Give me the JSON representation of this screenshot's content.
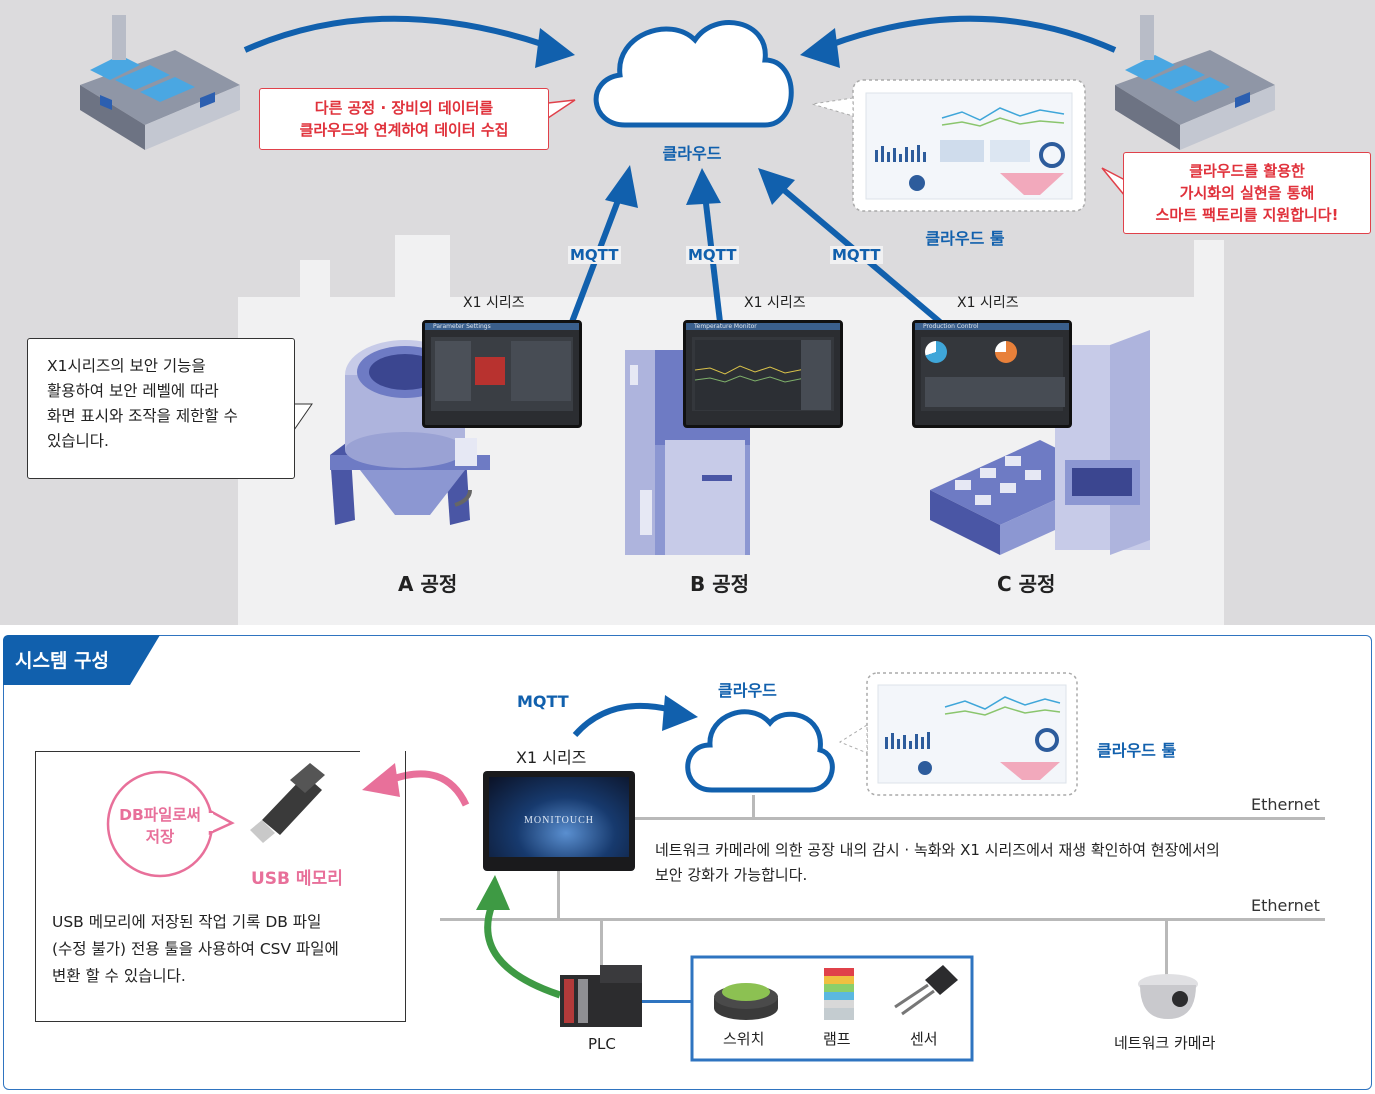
{
  "top": {
    "cloud_label": "클라우드",
    "callout_left": [
      "다른 공정 · 장비의 데이터를",
      "클라우드와 연계하여 데이터 수집"
    ],
    "callout_right": [
      "클라우드를 활용한",
      "가시화의 실현을 통해",
      "스마트 팩토리를 지원합니다!"
    ],
    "cloud_tool_label": "클라우드 툴",
    "mqtt_labels": [
      "MQTT",
      "MQTT",
      "MQTT"
    ],
    "x1_labels": [
      "X1 시리즈",
      "X1 시리즈",
      "X1 시리즈"
    ],
    "security_note": [
      "X1시리즈의 보안 기능을",
      "활용하여 보안 레벨에 따라",
      "화면 표시와 조작을 제한할 수",
      "있습니다."
    ],
    "process_labels": [
      "A 공정",
      "B 공정",
      "C 공정"
    ],
    "screen_titles": [
      "Parameter Settings",
      "Temperature Monitor",
      "Production Control"
    ]
  },
  "system": {
    "tab_title": "시스템 구성",
    "mqtt": "MQTT",
    "cloud_label": "클라우드",
    "cloud_tool_label": "클라우드 툴",
    "x1_label": "X1 시리즈",
    "monitor_brand": "MONITOUCH",
    "ethernet_top": "Ethernet",
    "ethernet_bottom": "Ethernet",
    "camera_note": [
      "네트워크 카메라에 의한 공장 내의 감시 · 녹화와 X1 시리즈에서 재생 확인하여 현장에서의",
      "보안 강화가 가능합니다."
    ],
    "db_bubble": [
      "DB파일로써",
      "저장"
    ],
    "usb_label": "USB 메모리",
    "usb_note": [
      "USB 메모리에 저장된 작업 기록 DB 파일",
      "(수정 불가) 전용 툴을 사용하여 CSV 파일에",
      "변환 할 수 있습니다."
    ],
    "plc_label": "PLC",
    "switch_label": "스위치",
    "lamp_label": "램프",
    "sensor_label": "센서",
    "camera_label": "네트워크 카메라"
  },
  "colors": {
    "accent_blue": "#1160ad",
    "alert_red": "#e0313b",
    "pink": "#e8709a",
    "green": "#3e9a44",
    "border_blue": "#2f74c0"
  }
}
